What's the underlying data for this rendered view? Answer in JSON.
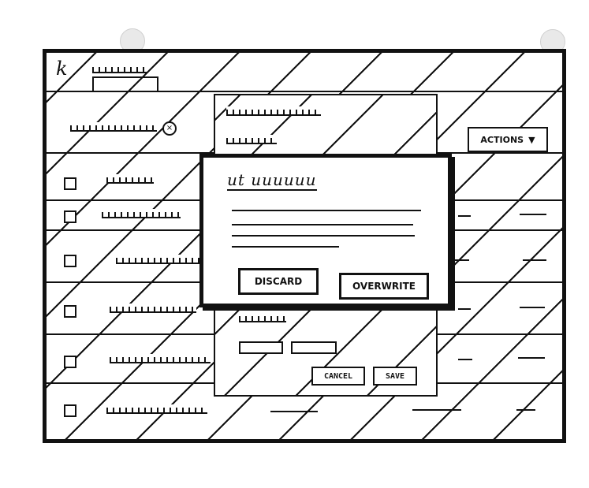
{
  "modal": {
    "title": "ut uuuuuu",
    "discard_label": "DISCARD",
    "overwrite_label": "OVERWRITE"
  },
  "toolbar": {
    "actions_label": "ACTIONS"
  },
  "background_panel": {
    "cancel_label": "CANCEL",
    "save_label": "SAVE"
  },
  "icons": {
    "logo": "k-logo-icon",
    "search_clear": "circle-x-icon",
    "dropdown": "triangle-down-icon"
  },
  "list": {
    "row_count": 6
  }
}
